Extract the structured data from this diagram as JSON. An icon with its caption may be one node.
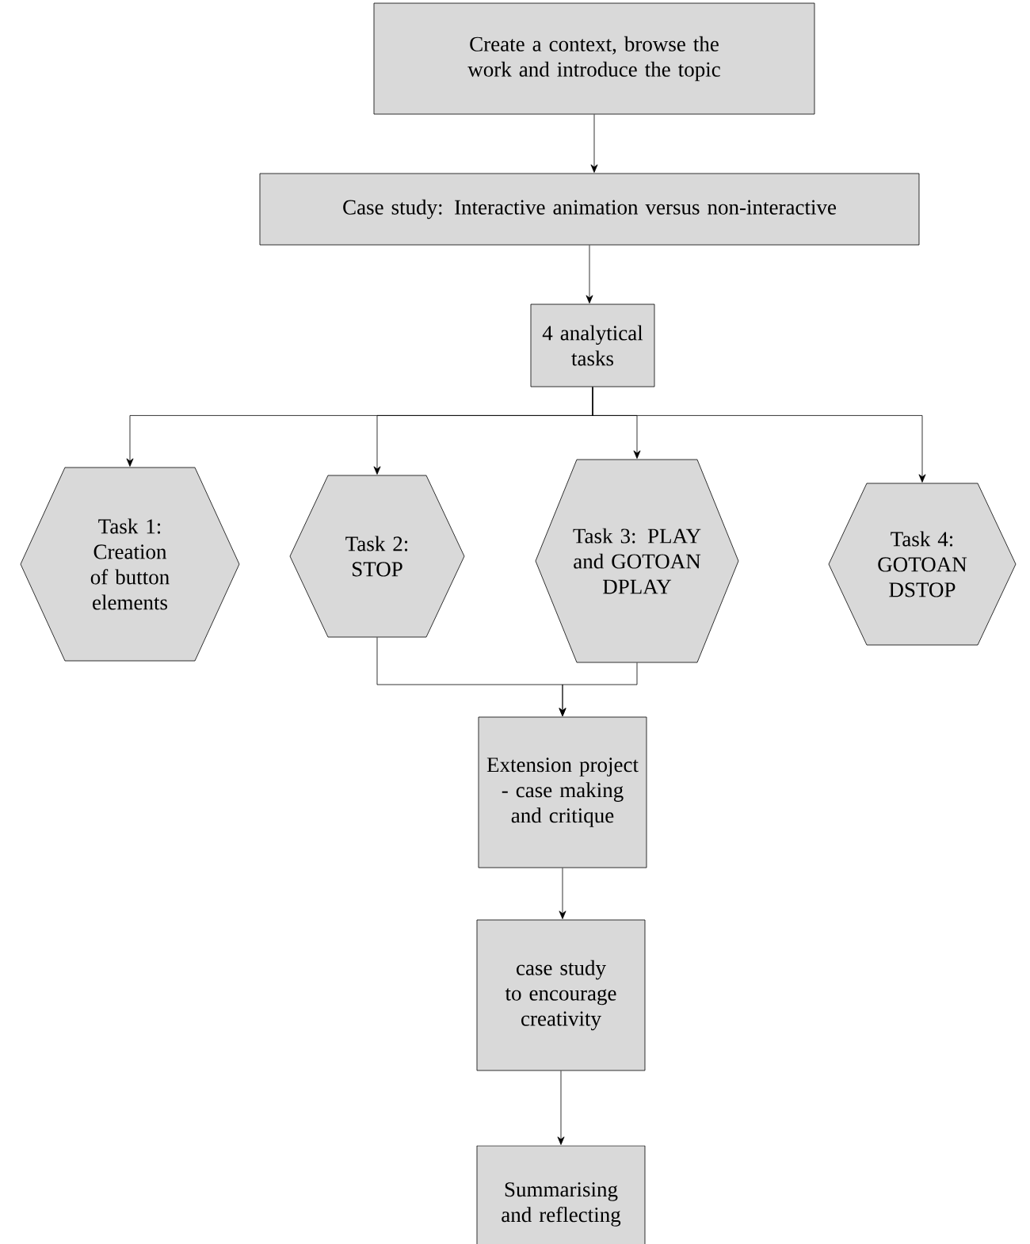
{
  "diagram": {
    "nodes": [
      {
        "text": [
          "Create a context, browse the work and introduce the topic"
        ]
      },
      {
        "text": [
          "Case study: Interactive animation versus non-interactive"
        ]
      },
      {
        "text": [
          "4 analytical tasks"
        ]
      },
      {
        "text": [
          "Task 1: Creation of button elements"
        ]
      },
      {
        "text": [
          "Task 2: STOP"
        ]
      },
      {
        "text": [
          "Task 3: PLAY and GOTOAN DPLAY"
        ]
      },
      {
        "text": [
          "Task 4: GOTOAN DSTOP"
        ]
      },
      {
        "text": [
          "Extension project - case making and critique"
        ]
      },
      {
        "text": [
          "case study to encourage creativity"
        ]
      },
      {
        "text": [
          "Summarising and reflecting"
        ]
      }
    ],
    "edges": [
      {
        "from": 0,
        "to": 1,
        "arrow": "to"
      },
      {
        "from": 1,
        "to": 2,
        "arrow": "to"
      },
      {
        "from": 2,
        "to": 3,
        "arrow": "to"
      },
      {
        "from": 2,
        "to": 4,
        "arrow": "to"
      },
      {
        "from": 2,
        "to": 5,
        "arrow": "to"
      },
      {
        "from": 2,
        "to": 6,
        "arrow": "to"
      },
      {
        "from": 4,
        "to": 7,
        "arrow": "to"
      },
      {
        "from": 5,
        "to": 7,
        "arrow": "to"
      },
      {
        "from": 7,
        "to": 8,
        "arrow": "to"
      },
      {
        "from": 8,
        "to": 9,
        "arrow": "to"
      }
    ]
  }
}
